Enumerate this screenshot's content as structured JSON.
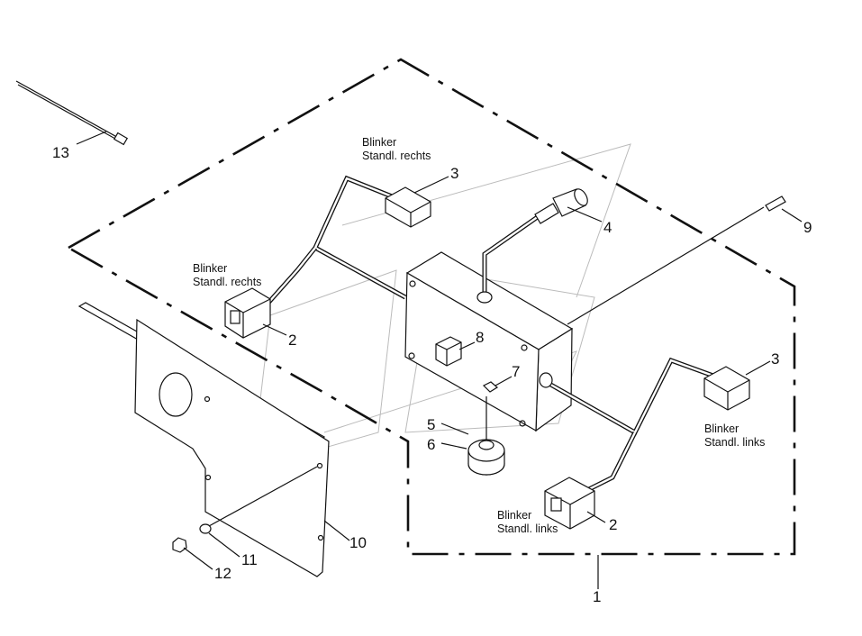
{
  "callouts": {
    "n1": "1",
    "n2a": "2",
    "n2b": "2",
    "n3a": "3",
    "n3b": "3",
    "n4": "4",
    "n5": "5",
    "n6": "6",
    "n7": "7",
    "n8": "8",
    "n9": "9",
    "n10": "10",
    "n11": "11",
    "n12": "12",
    "n13": "13"
  },
  "labels": {
    "blinker_right_top": [
      "Blinker",
      "Standl. rechts"
    ],
    "blinker_right_left": [
      "Blinker",
      "Standl. rechts"
    ],
    "blinker_left_right": [
      "Blinker",
      "Standl. links"
    ],
    "blinker_left_bottom": [
      "Blinker",
      "Standl. links"
    ]
  }
}
